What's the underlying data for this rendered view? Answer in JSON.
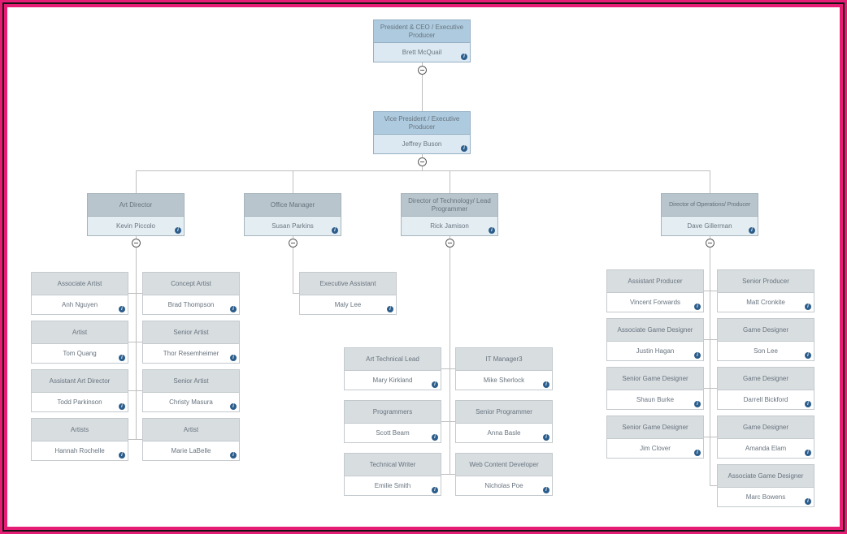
{
  "icons": {
    "info": "i",
    "collapse": "minus-circle"
  },
  "colors": {
    "frame_pink": "#e61d74",
    "frame_black": "#141414",
    "connector_gray": "#bfbfbf",
    "level1_header": "#adcade",
    "level1_body": "#dce8f2",
    "level2_header": "#b8c5cc",
    "level2_body": "#e4edf2",
    "leaf_header": "#d8dde0",
    "leaf_body": "#ffffff",
    "text_gray": "#68747f",
    "info_blue": "#2b5d8c"
  },
  "nodes": {
    "ceo": {
      "title": "President & CEO / Executive Producer",
      "name": "Brett McQuail"
    },
    "vp": {
      "title": "Vice President / Executive Producer",
      "name": "Jeffrey Buson"
    },
    "art_director": {
      "title": "Art Director",
      "name": "Kevin Piccolo"
    },
    "office_manager": {
      "title": "Office Manager",
      "name": "Susan Parkins"
    },
    "dir_tech": {
      "title": "Director of Technology/ Lead Programmer",
      "name": "Rick Jamison"
    },
    "dir_ops": {
      "title": "Director of Operations/ Producer",
      "name": "Dave Gillerman"
    },
    "assoc_artist": {
      "title": "Associate Artist",
      "name": "Anh Nguyen"
    },
    "concept_artist": {
      "title": "Concept Artist",
      "name": "Brad Thompson"
    },
    "artist1": {
      "title": "Artist",
      "name": "Tom Quang"
    },
    "senior_artist1": {
      "title": "Senior Artist",
      "name": "Thor Resemheimer"
    },
    "asst_art_director": {
      "title": "Assistant Art Director",
      "name": "Todd Parkinson"
    },
    "senior_artist2": {
      "title": "Senior Artist",
      "name": "Christy Masura"
    },
    "artists": {
      "title": "Artists",
      "name": "Hannah Rochelle"
    },
    "artist2": {
      "title": "Artist",
      "name": "Marie LaBelle"
    },
    "exec_assistant": {
      "title": "Executive Assistant",
      "name": "Maly Lee"
    },
    "art_tech_lead": {
      "title": "Art Technical Lead",
      "name": "Mary Kirkland"
    },
    "it_manager": {
      "title": "IT Manager3",
      "name": "Mike Sherlock"
    },
    "programmers": {
      "title": "Programmers",
      "name": "Scott Beam"
    },
    "senior_programmer": {
      "title": "Senior Programmer",
      "name": "Anna Basle"
    },
    "tech_writer": {
      "title": "Technical Writer",
      "name": "Emilie Smith"
    },
    "web_dev": {
      "title": "Web Content Developer",
      "name": "Nicholas Poe"
    },
    "asst_producer": {
      "title": "Assistant Producer",
      "name": "Vincent Forwards"
    },
    "senior_producer": {
      "title": "Senior Producer",
      "name": "Matt Cronkite"
    },
    "assoc_game_designer1": {
      "title": "Associate Game Designer",
      "name": "Justin Hagan"
    },
    "game_designer1": {
      "title": "Game Designer",
      "name": "Son Lee"
    },
    "senior_game_designer1": {
      "title": "Senior Game Designer",
      "name": "Shaun Burke"
    },
    "game_designer2": {
      "title": "Game Designer",
      "name": "Darrell Bickford"
    },
    "senior_game_designer2": {
      "title": "Senior Game Designer",
      "name": "Jim Clover"
    },
    "game_designer3": {
      "title": "Game Designer",
      "name": "Amanda Elam"
    },
    "assoc_game_designer2": {
      "title": "Associate Game Designer",
      "name": "Marc Bowens"
    }
  }
}
